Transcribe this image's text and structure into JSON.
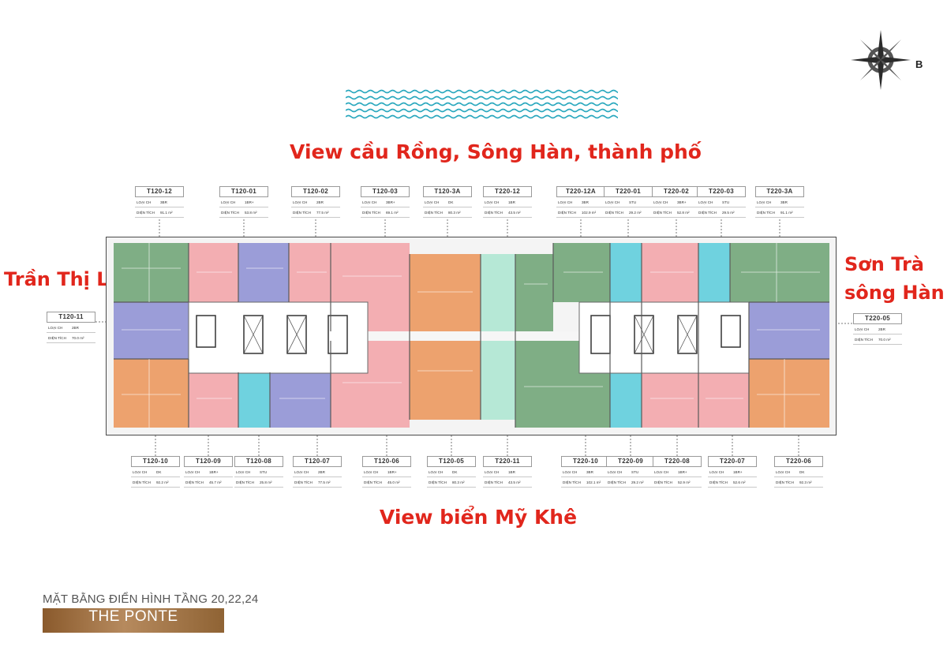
{
  "views": {
    "top": "View cầu Rồng, Sông Hàn, thành phố",
    "bottom": "View biển Mỹ Khê",
    "left": "Trần Thị Lý",
    "right_line1": "Sơn Trà",
    "right_line2": "sông Hàn"
  },
  "compass": {
    "north_label": "B"
  },
  "legend_labels": {
    "type": "LOẠI CH",
    "area": "DIỆN TÍCH"
  },
  "units": {
    "top": [
      {
        "code": "T120-12",
        "type": "3BR",
        "area": "91.1 m²"
      },
      {
        "code": "T120-01",
        "type": "1BR+",
        "area": "53.8 m²"
      },
      {
        "code": "T120-02",
        "type": "2BR",
        "area": "77.5 m²"
      },
      {
        "code": "T120-03",
        "type": "3BR+",
        "area": "69.1 m²"
      },
      {
        "code": "T120-3A",
        "type": "DK",
        "area": "80.3 m²"
      },
      {
        "code": "T220-12",
        "type": "1BR",
        "area": "43.5 m²"
      },
      {
        "code": "T220-12A",
        "type": "3BR",
        "area": "102.9 m²"
      },
      {
        "code": "T220-01",
        "type": "STU",
        "area": "29.2 m²"
      },
      {
        "code": "T220-02",
        "type": "3BR+",
        "area": "52.8 m²"
      },
      {
        "code": "T220-03",
        "type": "STU",
        "area": "29.5 m²"
      },
      {
        "code": "T220-3A",
        "type": "3BR",
        "area": "91.1 m²"
      }
    ],
    "left": [
      {
        "code": "T120-11",
        "type": "2BR",
        "area": "70.0 m²"
      }
    ],
    "right": [
      {
        "code": "T220-05",
        "type": "2BR",
        "area": "70.0 m²"
      }
    ],
    "bottom": [
      {
        "code": "T120-10",
        "type": "DK",
        "area": "92.2 m²"
      },
      {
        "code": "T120-09",
        "type": "1BR+",
        "area": "45.7 m²"
      },
      {
        "code": "T120-08",
        "type": "STU",
        "area": "25.8 m²"
      },
      {
        "code": "T120-07",
        "type": "2BR",
        "area": "77.5 m²"
      },
      {
        "code": "T120-06",
        "type": "1BR+",
        "area": "45.0 m²"
      },
      {
        "code": "T120-05",
        "type": "DK",
        "area": "80.3 m²"
      },
      {
        "code": "T220-11",
        "type": "1BR",
        "area": "43.5 m²"
      },
      {
        "code": "T220-10",
        "type": "3BR",
        "area": "102.1 m²"
      },
      {
        "code": "T220-09",
        "type": "STU",
        "area": "29.2 m²"
      },
      {
        "code": "T220-08",
        "type": "1BR+",
        "area": "52.9 m²"
      },
      {
        "code": "T220-07",
        "type": "1BR+",
        "area": "52.6 m²"
      },
      {
        "code": "T220-06",
        "type": "DK",
        "area": "92.3 m²"
      }
    ]
  },
  "floor_title": "MẶT BẰNG ĐIỂN HÌNH TẦNG 20,22,24",
  "project_name": "THE PONTE",
  "colors": {
    "view_text": "#e1261c",
    "green": "#7fae85",
    "pink": "#f3aeb2",
    "purple": "#9b9dd8",
    "orange": "#eda26e",
    "mint": "#b6e8d6",
    "cyan": "#6fd2df",
    "water": "#2aa8be",
    "gold": "#a87a4a"
  }
}
